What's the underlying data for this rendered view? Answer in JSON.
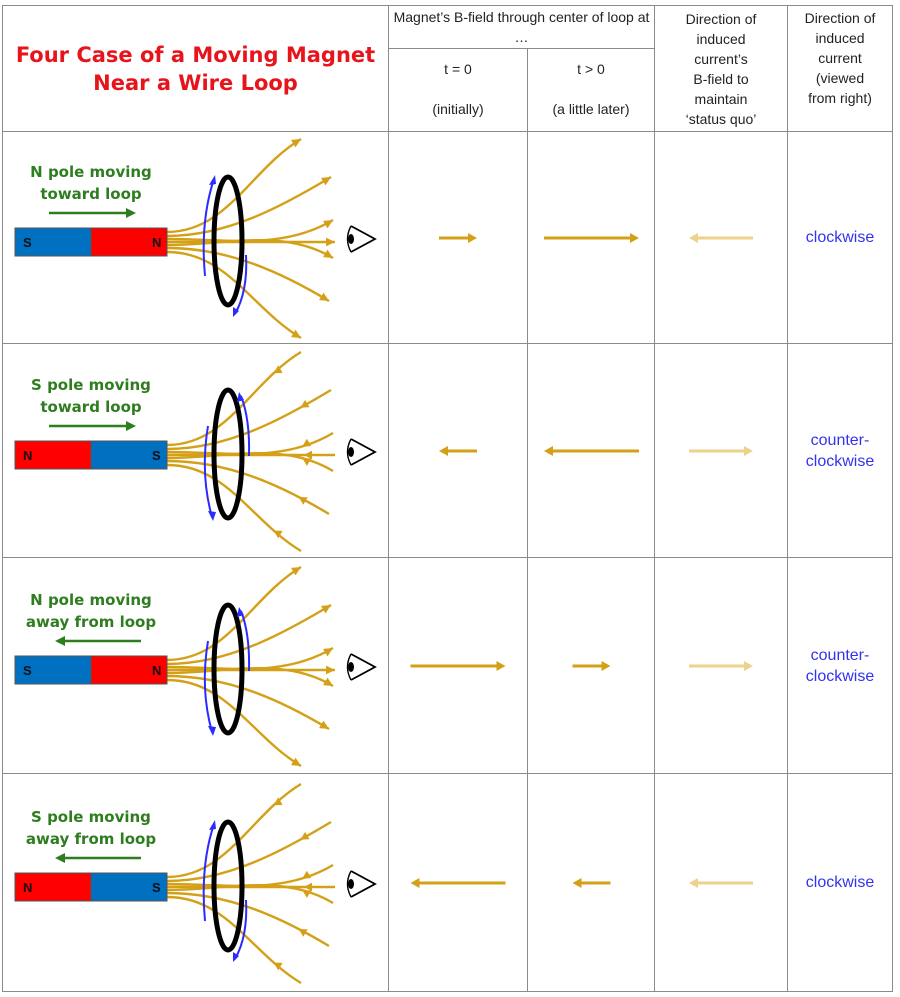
{
  "title": {
    "line1": "Four Case of a Moving Magnet",
    "line2": "Near a Wire Loop",
    "color": "#e8141b"
  },
  "header": {
    "bfield_group": "Magnet’s B-field through center of loop at …",
    "t0_label": "t = 0",
    "t0_sub": "(initially)",
    "tlater_label": "t > 0",
    "tlater_sub": "(a little later)",
    "induced_field_col": [
      "Direction of",
      "induced",
      "current’s",
      "B-field to",
      "maintain",
      "‘status quo’"
    ],
    "induced_current_col": [
      "Direction of",
      "induced",
      "current",
      "(viewed",
      "from right)"
    ]
  },
  "colors": {
    "field_line": "#d4a017",
    "induced_field": "#ecd28a",
    "induced_current_text": "#3333ee",
    "loop_current": "#2b2bff",
    "north": "#ff0000",
    "south": "#0070c0",
    "motion_label": "#2e7d1f",
    "border": "#8a8a8a"
  },
  "rows": [
    {
      "motion_line1": "N pole moving",
      "motion_line2": "toward loop",
      "motion_dir": "right",
      "left_pole": "S",
      "right_pole": "N",
      "field_dir": "out",
      "b_t0": {
        "dir": "right",
        "length": "short"
      },
      "b_later": {
        "dir": "right",
        "length": "long"
      },
      "induced_b": {
        "dir": "left"
      },
      "current": [
        "clockwise"
      ]
    },
    {
      "motion_line1": "S pole moving",
      "motion_line2": "toward loop",
      "motion_dir": "right",
      "left_pole": "N",
      "right_pole": "S",
      "field_dir": "in",
      "b_t0": {
        "dir": "left",
        "length": "short"
      },
      "b_later": {
        "dir": "left",
        "length": "long"
      },
      "induced_b": {
        "dir": "right"
      },
      "current": [
        "counter-",
        "clockwise"
      ]
    },
    {
      "motion_line1": "N pole moving",
      "motion_line2": "away from loop",
      "motion_dir": "left",
      "left_pole": "S",
      "right_pole": "N",
      "field_dir": "out",
      "b_t0": {
        "dir": "right",
        "length": "long"
      },
      "b_later": {
        "dir": "right",
        "length": "short"
      },
      "induced_b": {
        "dir": "right"
      },
      "current": [
        "counter-",
        "clockwise"
      ]
    },
    {
      "motion_line1": "S pole moving",
      "motion_line2": "away from loop",
      "motion_dir": "left",
      "left_pole": "N",
      "right_pole": "S",
      "field_dir": "in",
      "b_t0": {
        "dir": "left",
        "length": "long"
      },
      "b_later": {
        "dir": "left",
        "length": "short"
      },
      "induced_b": {
        "dir": "left"
      },
      "current": [
        "clockwise"
      ]
    }
  ],
  "icons": {
    "eye": "eye-icon",
    "magnet": "bar-magnet-icon",
    "loop": "wire-loop-icon"
  }
}
